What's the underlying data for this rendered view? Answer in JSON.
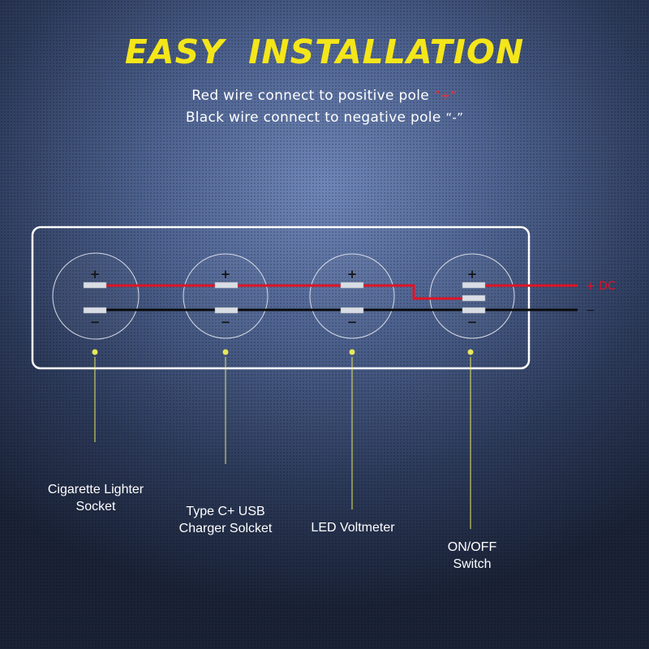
{
  "title": "EASY  INSTALLATION",
  "instructions": {
    "line1_text": "Red wire connect to positive pole",
    "line1_symbol": "“+”",
    "line2_text": "Black wire connect to negative pole",
    "line2_symbol": "“-”"
  },
  "panel": {
    "sockets": [
      {
        "plus": "+",
        "minus": "−"
      },
      {
        "plus": "+",
        "minus": "−"
      },
      {
        "plus": "+",
        "minus": "−"
      },
      {
        "plus": "+",
        "minus": "−"
      }
    ],
    "dc_plus_label": "+ DC",
    "dc_minus_label": "−"
  },
  "components": [
    {
      "line1": "Cigarette Lighter",
      "line2": "Socket"
    },
    {
      "line1": "Type C+ USB",
      "line2": "Charger Solcket"
    },
    {
      "line1": "LED Voltmeter",
      "line2": ""
    },
    {
      "line1": "ON/OFF",
      "line2": "Switch"
    }
  ],
  "colors": {
    "title": "#f4e619",
    "positive_wire": "#e01426",
    "negative_wire": "#0a0a0a",
    "leader_line": "#e8e85a"
  }
}
